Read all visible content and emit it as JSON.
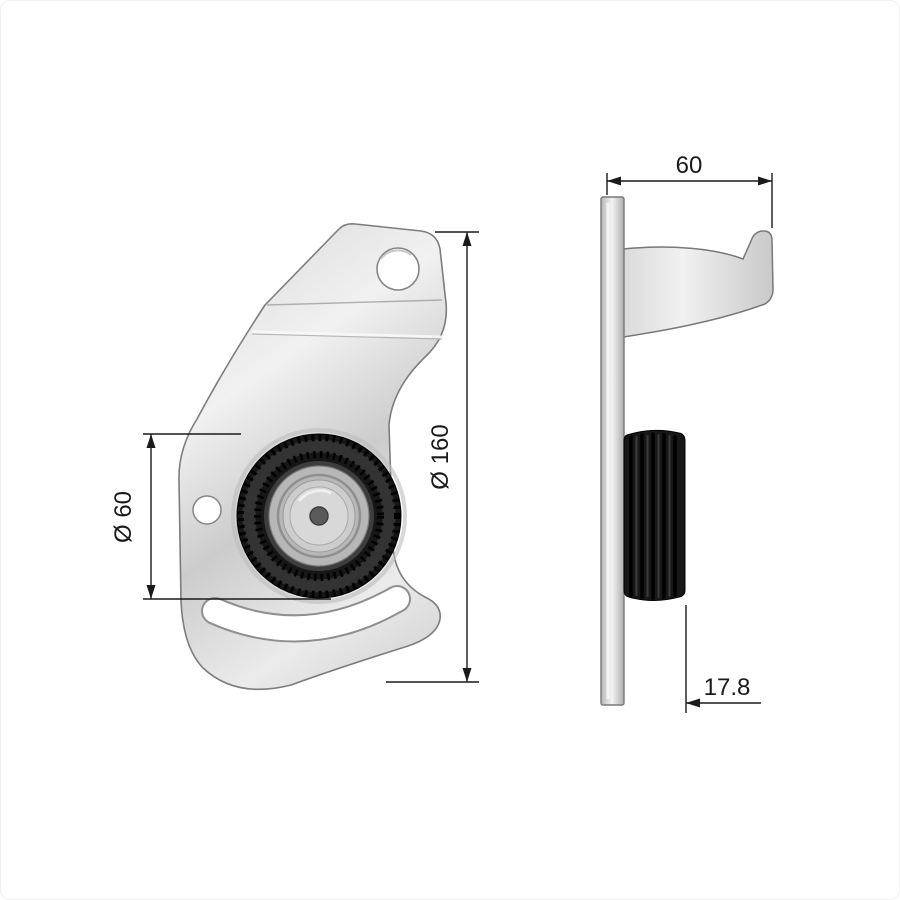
{
  "drawing": {
    "dimensions": {
      "top_width": "60",
      "overall_diameter": "Ø 160",
      "pulley_diameter": "Ø 60",
      "pulley_width": "17.8"
    },
    "colors": {
      "metal_light": "#efefef",
      "metal_mid": "#cfcfcf",
      "pulley_black": "#171717",
      "dimension_line": "#1a1a1a"
    }
  }
}
